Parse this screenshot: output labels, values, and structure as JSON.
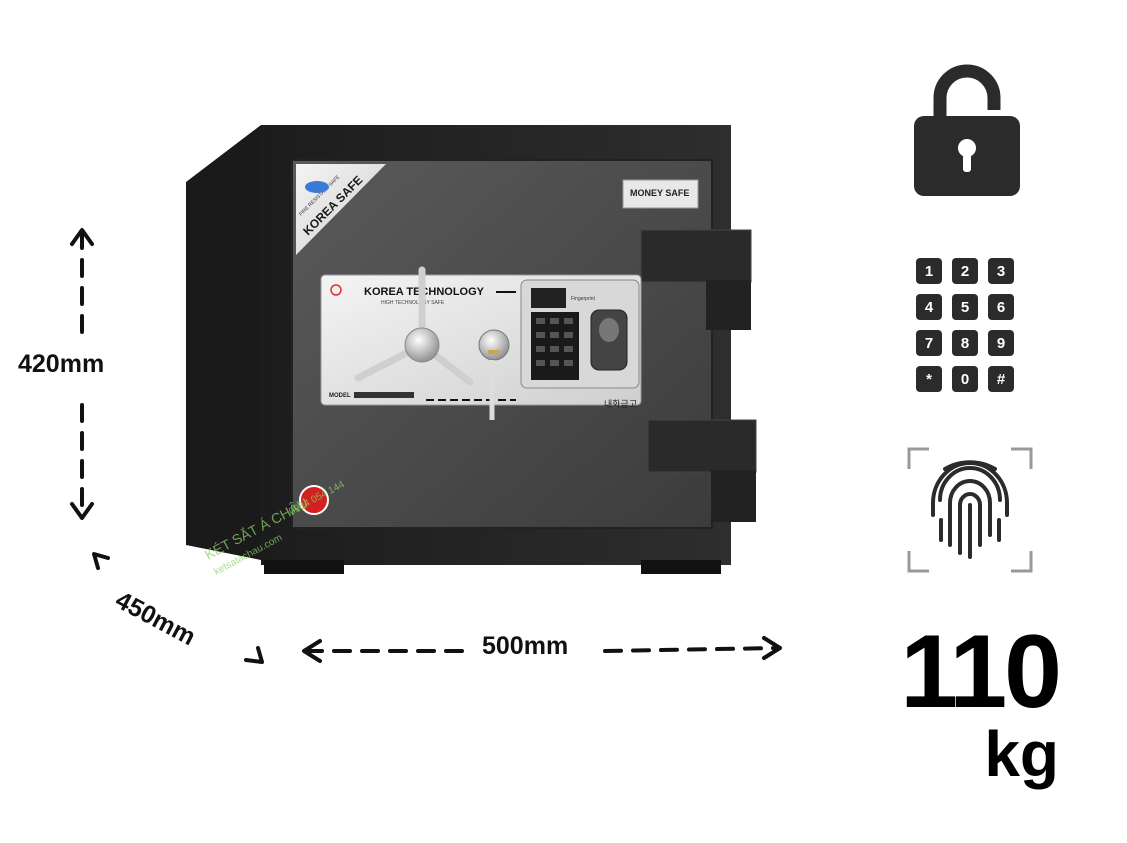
{
  "dimensions": {
    "height": "420mm",
    "depth": "450mm",
    "width": "500mm"
  },
  "safe": {
    "brand_badge": "KOREA SAFE",
    "brand_badge_sub": "FIRE RESISTANT SAFE",
    "panel_brand": "KOREA TECHNOLOGY",
    "panel_sub": "HIGH TECHNOLOGY SAFE",
    "model_label": "MODEL",
    "korean_text": "내화금고",
    "money_safe": "MONEY SAFE",
    "fingerprint_label": "Fingerprint",
    "watermark_brand": "KÉT SẮT Á CHÂU",
    "watermark_site": "ketsatachau.com",
    "watermark_phone": "0984 054 144"
  },
  "features": {
    "icons": [
      "padlock-icon",
      "keypad-icon",
      "fingerprint-icon"
    ],
    "keypad_keys": [
      "1",
      "2",
      "3",
      "4",
      "5",
      "6",
      "7",
      "8",
      "9",
      "*",
      "0",
      "#"
    ]
  },
  "weight": {
    "value": "110",
    "unit": "kg"
  }
}
